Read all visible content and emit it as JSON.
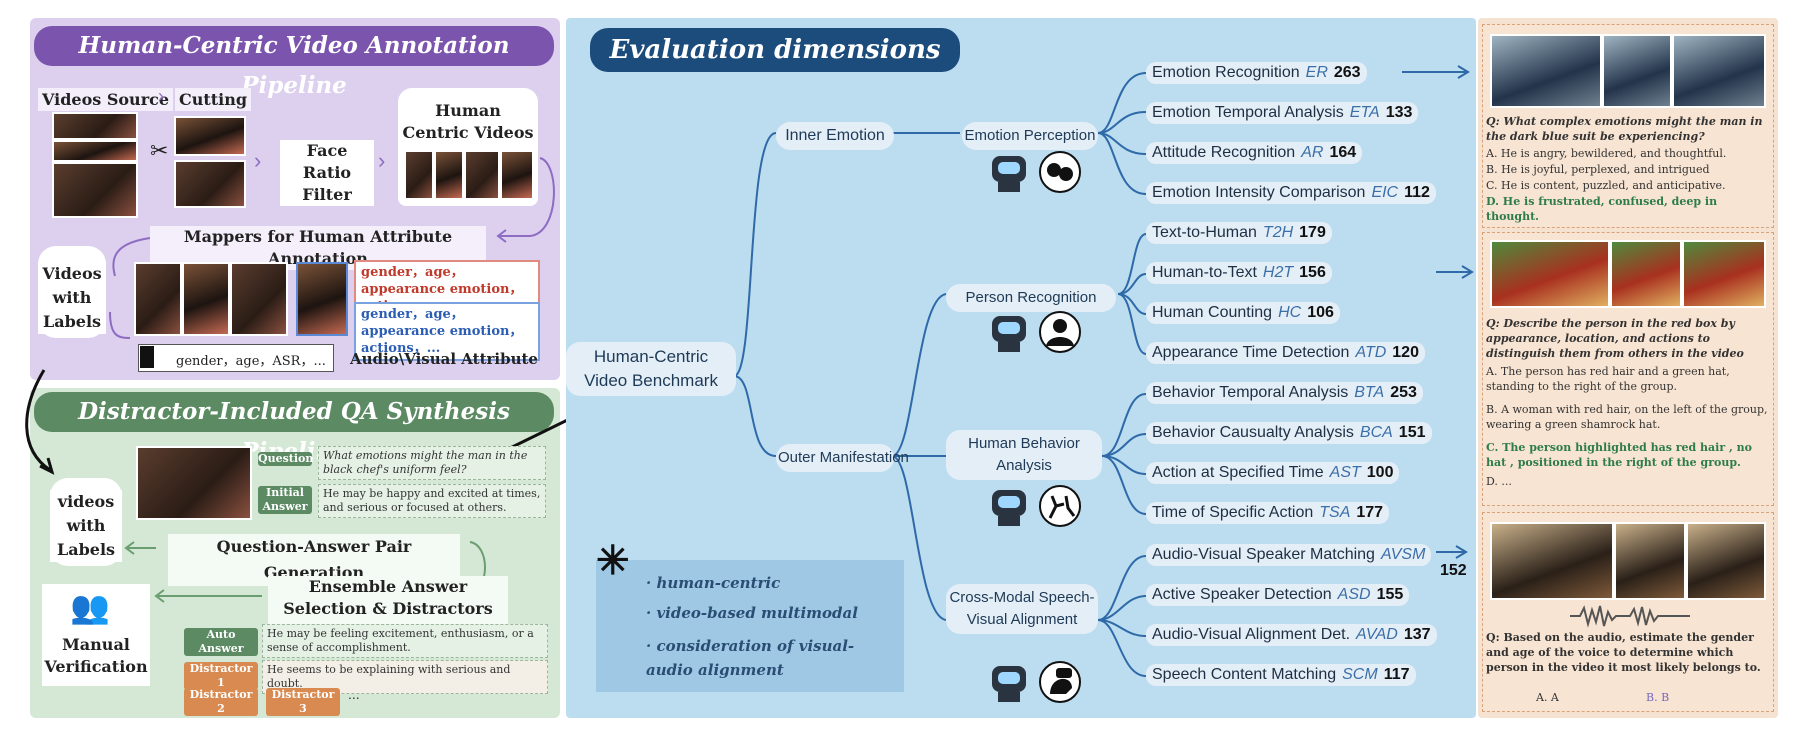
{
  "annotation": {
    "title": "Human-Centric Video Annotation Pipeline",
    "videos_source": "Videos Source",
    "cutting": "Cutting",
    "face_ratio_filter": "Face Ratio Filter",
    "human_centric_videos": "Human Centric Videos",
    "mappers": "Mappers for Human Attribute Annotation",
    "videos_with_labels": "Videos with Labels",
    "attr_red": "gender，age，appearance emotion，actions，...",
    "attr_blue": "gender，age，appearance emotion，actions，...",
    "attr_audio": "gender，age，ASR，...",
    "av_attribute": "Audio\\Visual Attribute"
  },
  "distractor": {
    "title": "Distractor-Included QA Synthesis Pipeline",
    "videos_with_labels": "videos with Labels",
    "question_tag": "Question",
    "question_text": "What emotions might the man in the black chef's uniform feel?",
    "initial_tag": "Initial Answer",
    "initial_text": "He may be happy and excited at times, and serious or focused at others.",
    "qa_gen": "Question-Answer Pair Generation",
    "ensemble": "Ensemble Answer Selection & Distractors Generation",
    "manual": "Manual Verification",
    "auto_tag": "Auto Answer",
    "auto_text": "He may be feeling excitement, enthusiasm, or a sense of accomplishment.",
    "d1_tag": "Distractor 1",
    "d1_text": "He seems to be explaining with serious and doubt.",
    "d2_tag": "Distractor 2",
    "d3_tag": "Distractor 3",
    "ellipsis": "..."
  },
  "evaluation": {
    "title": "Evaluation dimensions",
    "root": "Human-Centric Video Benchmark",
    "inner": "Inner Emotion",
    "outer": "Outer Manifestation",
    "cats": [
      "Emotion Perception",
      "Person Recognition",
      "Human Behavior Analysis",
      "Cross-Modal Speech-Visual Alignment"
    ],
    "dims": [
      {
        "name": "Emotion Recognition",
        "abbr": "ER",
        "count": "263"
      },
      {
        "name": "Emotion Temporal Analysis",
        "abbr": "ETA",
        "count": "133"
      },
      {
        "name": "Attitude Recognition",
        "abbr": "AR",
        "count": "164"
      },
      {
        "name": "Emotion Intensity Comparison",
        "abbr": "EIC",
        "count": "112"
      },
      {
        "name": "Text-to-Human",
        "abbr": "T2H",
        "count": "179"
      },
      {
        "name": "Human-to-Text",
        "abbr": "H2T",
        "count": "156"
      },
      {
        "name": "Human Counting",
        "abbr": "HC",
        "count": "106"
      },
      {
        "name": "Appearance Time Detection",
        "abbr": "ATD",
        "count": "120"
      },
      {
        "name": "Behavior Temporal Analysis",
        "abbr": "BTA",
        "count": "253"
      },
      {
        "name": "Behavior Causualty Analysis",
        "abbr": "BCA",
        "count": "151"
      },
      {
        "name": "Action at Specified Time",
        "abbr": "AST",
        "count": "100"
      },
      {
        "name": "Time of Specific Action",
        "abbr": "TSA",
        "count": "177"
      },
      {
        "name": "Audio-Visual Speaker Matching",
        "abbr": "AVSM",
        "count": "152"
      },
      {
        "name": "Active Speaker Detection",
        "abbr": "ASD",
        "count": "155"
      },
      {
        "name": "Audio-Visual Alignment Det.",
        "abbr": "AVAD",
        "count": "137"
      },
      {
        "name": "Speech Content Matching",
        "abbr": "SCM",
        "count": "117"
      }
    ],
    "features": [
      "human-centric",
      "video-based multimodal",
      "consideration of visual-audio alignment"
    ]
  },
  "examples": [
    {
      "q": "Q: What complex emotions might the man in the dark blue suit be experiencing?",
      "options": [
        "A. He is angry, bewildered, and thoughtful.",
        "B. He is joyful, perplexed, and intrigued",
        "C. He is content, puzzled, and anticipative."
      ],
      "answer": "D. He is frustrated, confused, deep in thought."
    },
    {
      "q": "Q: Describe the person in the red box by appearance, location, and actions to distinguish them from others in the video",
      "options": [
        "A. The person has red hair and a green hat, standing to the right of the group.",
        "B. A woman with red hair, on the left of the group, wearing a green shamrock hat."
      ],
      "answer": "C. The person highlighted has red hair , no hat , positioned in the right of the group.",
      "tail": "D. ..."
    },
    {
      "q": "Q: Based on the audio, estimate the gender and age of the voice to determine which person in the video it most likely belongs to.",
      "opt_a": "A. A",
      "opt_b": "B. B"
    }
  ],
  "colors": {
    "purple": "#7b54ad",
    "green": "#5b8a63",
    "navy": "#1b4c7c",
    "orange": "#d88a50"
  }
}
